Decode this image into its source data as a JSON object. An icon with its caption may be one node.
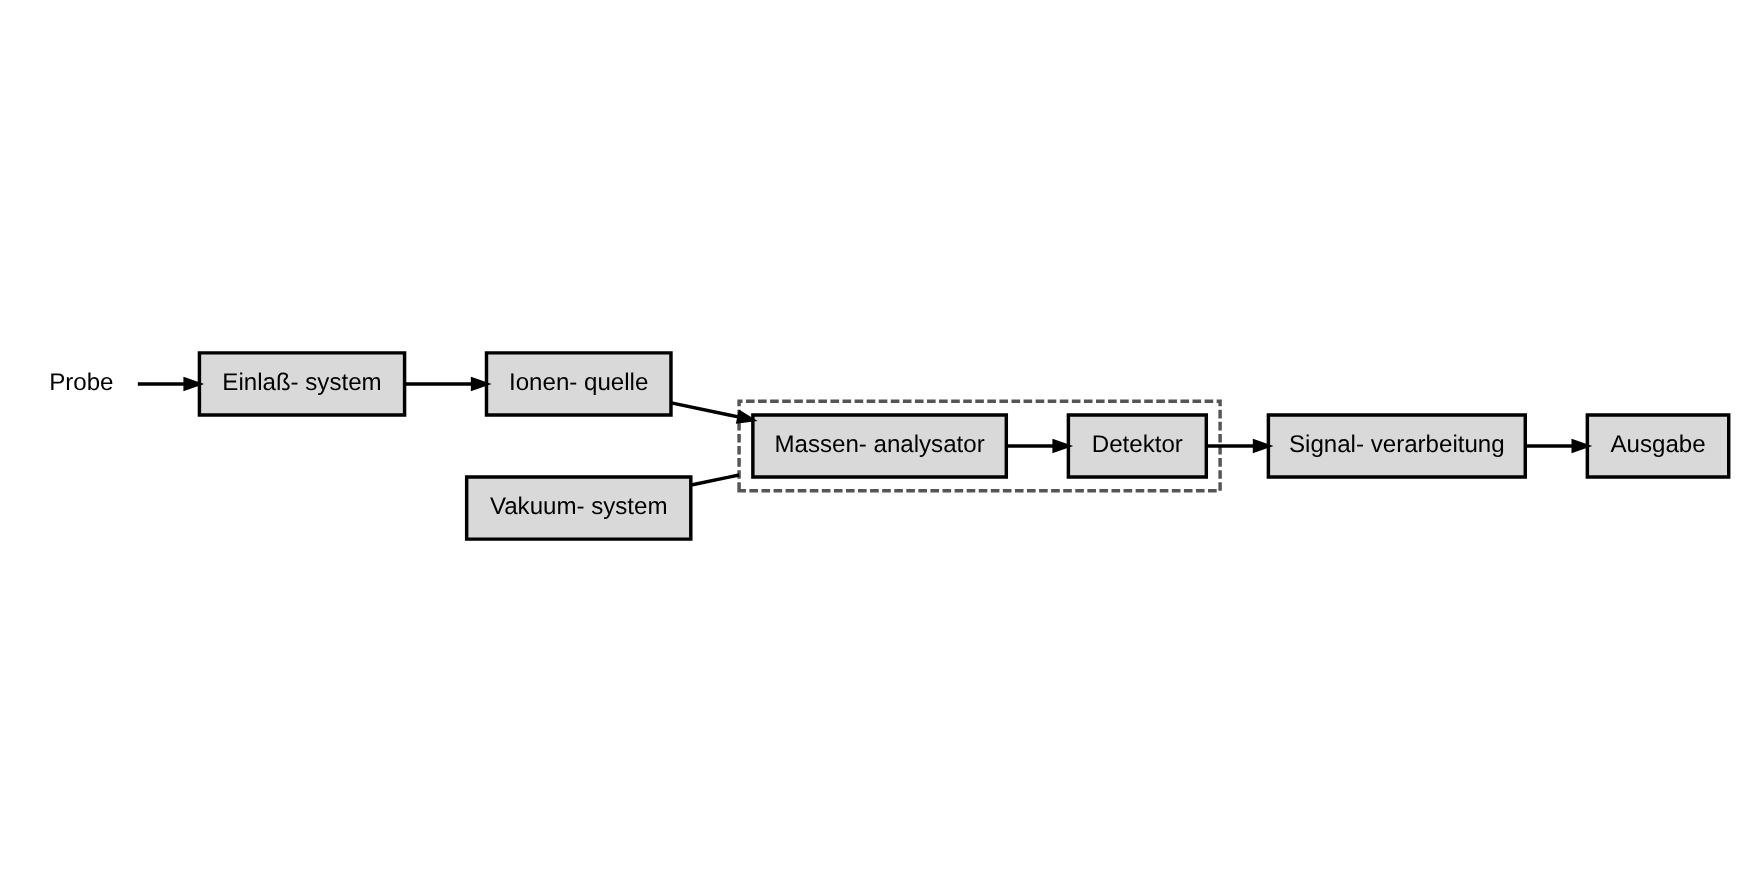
{
  "diagram": {
    "nodes": [
      {
        "text": [
          "Probe"
        ]
      },
      {
        "text": [
          "Einlaß- system"
        ]
      },
      {
        "text": [
          "Ionen- quelle"
        ]
      },
      {
        "text": [],
        "shape": "box"
      },
      {
        "text": [
          "Massen- analysator"
        ],
        "in": 3
      },
      {
        "text": [
          "Detektor"
        ],
        "in": 3
      },
      {
        "text": [
          "Vakuum- system"
        ]
      },
      {
        "text": [
          "Signal- verarbeitung"
        ]
      },
      {
        "text": [
          "Ausgabe"
        ]
      }
    ],
    "edges": [
      {
        "from": 0,
        "to": 1,
        "arrow": "to"
      },
      {
        "from": 1,
        "to": 2,
        "arrow": "to"
      },
      {
        "from": 2,
        "to": 4,
        "arrow": "to"
      },
      {
        "from": 4,
        "to": 5,
        "arrow": "to"
      },
      {
        "from": 6,
        "to": 3,
        "arrow": "none"
      },
      {
        "from": 5,
        "to": 7,
        "arrow": "to"
      },
      {
        "from": 7,
        "to": 8,
        "arrow": "to"
      }
    ]
  }
}
